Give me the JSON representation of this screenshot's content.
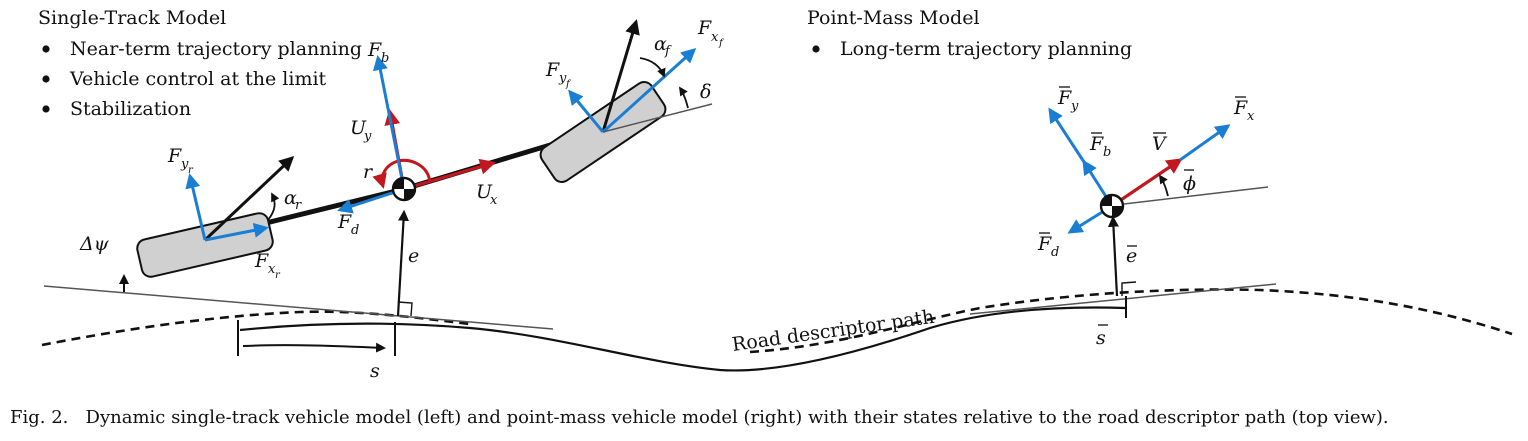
{
  "left_model": {
    "title": "Single-Track Model",
    "bullets": [
      "Near-term trajectory planning",
      "Vehicle control at the limit",
      "Stabilization"
    ]
  },
  "right_model": {
    "title": "Point-Mass Model",
    "bullets": [
      "Long-term trajectory planning"
    ]
  },
  "path_label": "Road descriptor path",
  "caption": "Fig. 2.   Dynamic single-track vehicle model (left) and point-mass vehicle model (right) with their states relative to the road descriptor path (top view).",
  "symbols": {
    "F": "F",
    "b": "b",
    "d": "d",
    "x": "x",
    "y": "y",
    "r": "r",
    "f": "f",
    "U": "U",
    "alpha": "α",
    "delta": "δ",
    "dpsi": "Δψ",
    "e": "e",
    "s": "s",
    "V": "V",
    "phi": "ϕ"
  },
  "colors": {
    "blue": "#1a7fd4",
    "red": "#c0181e",
    "black": "#111111",
    "tire": "#d0d0d0",
    "refline": "#555555"
  }
}
